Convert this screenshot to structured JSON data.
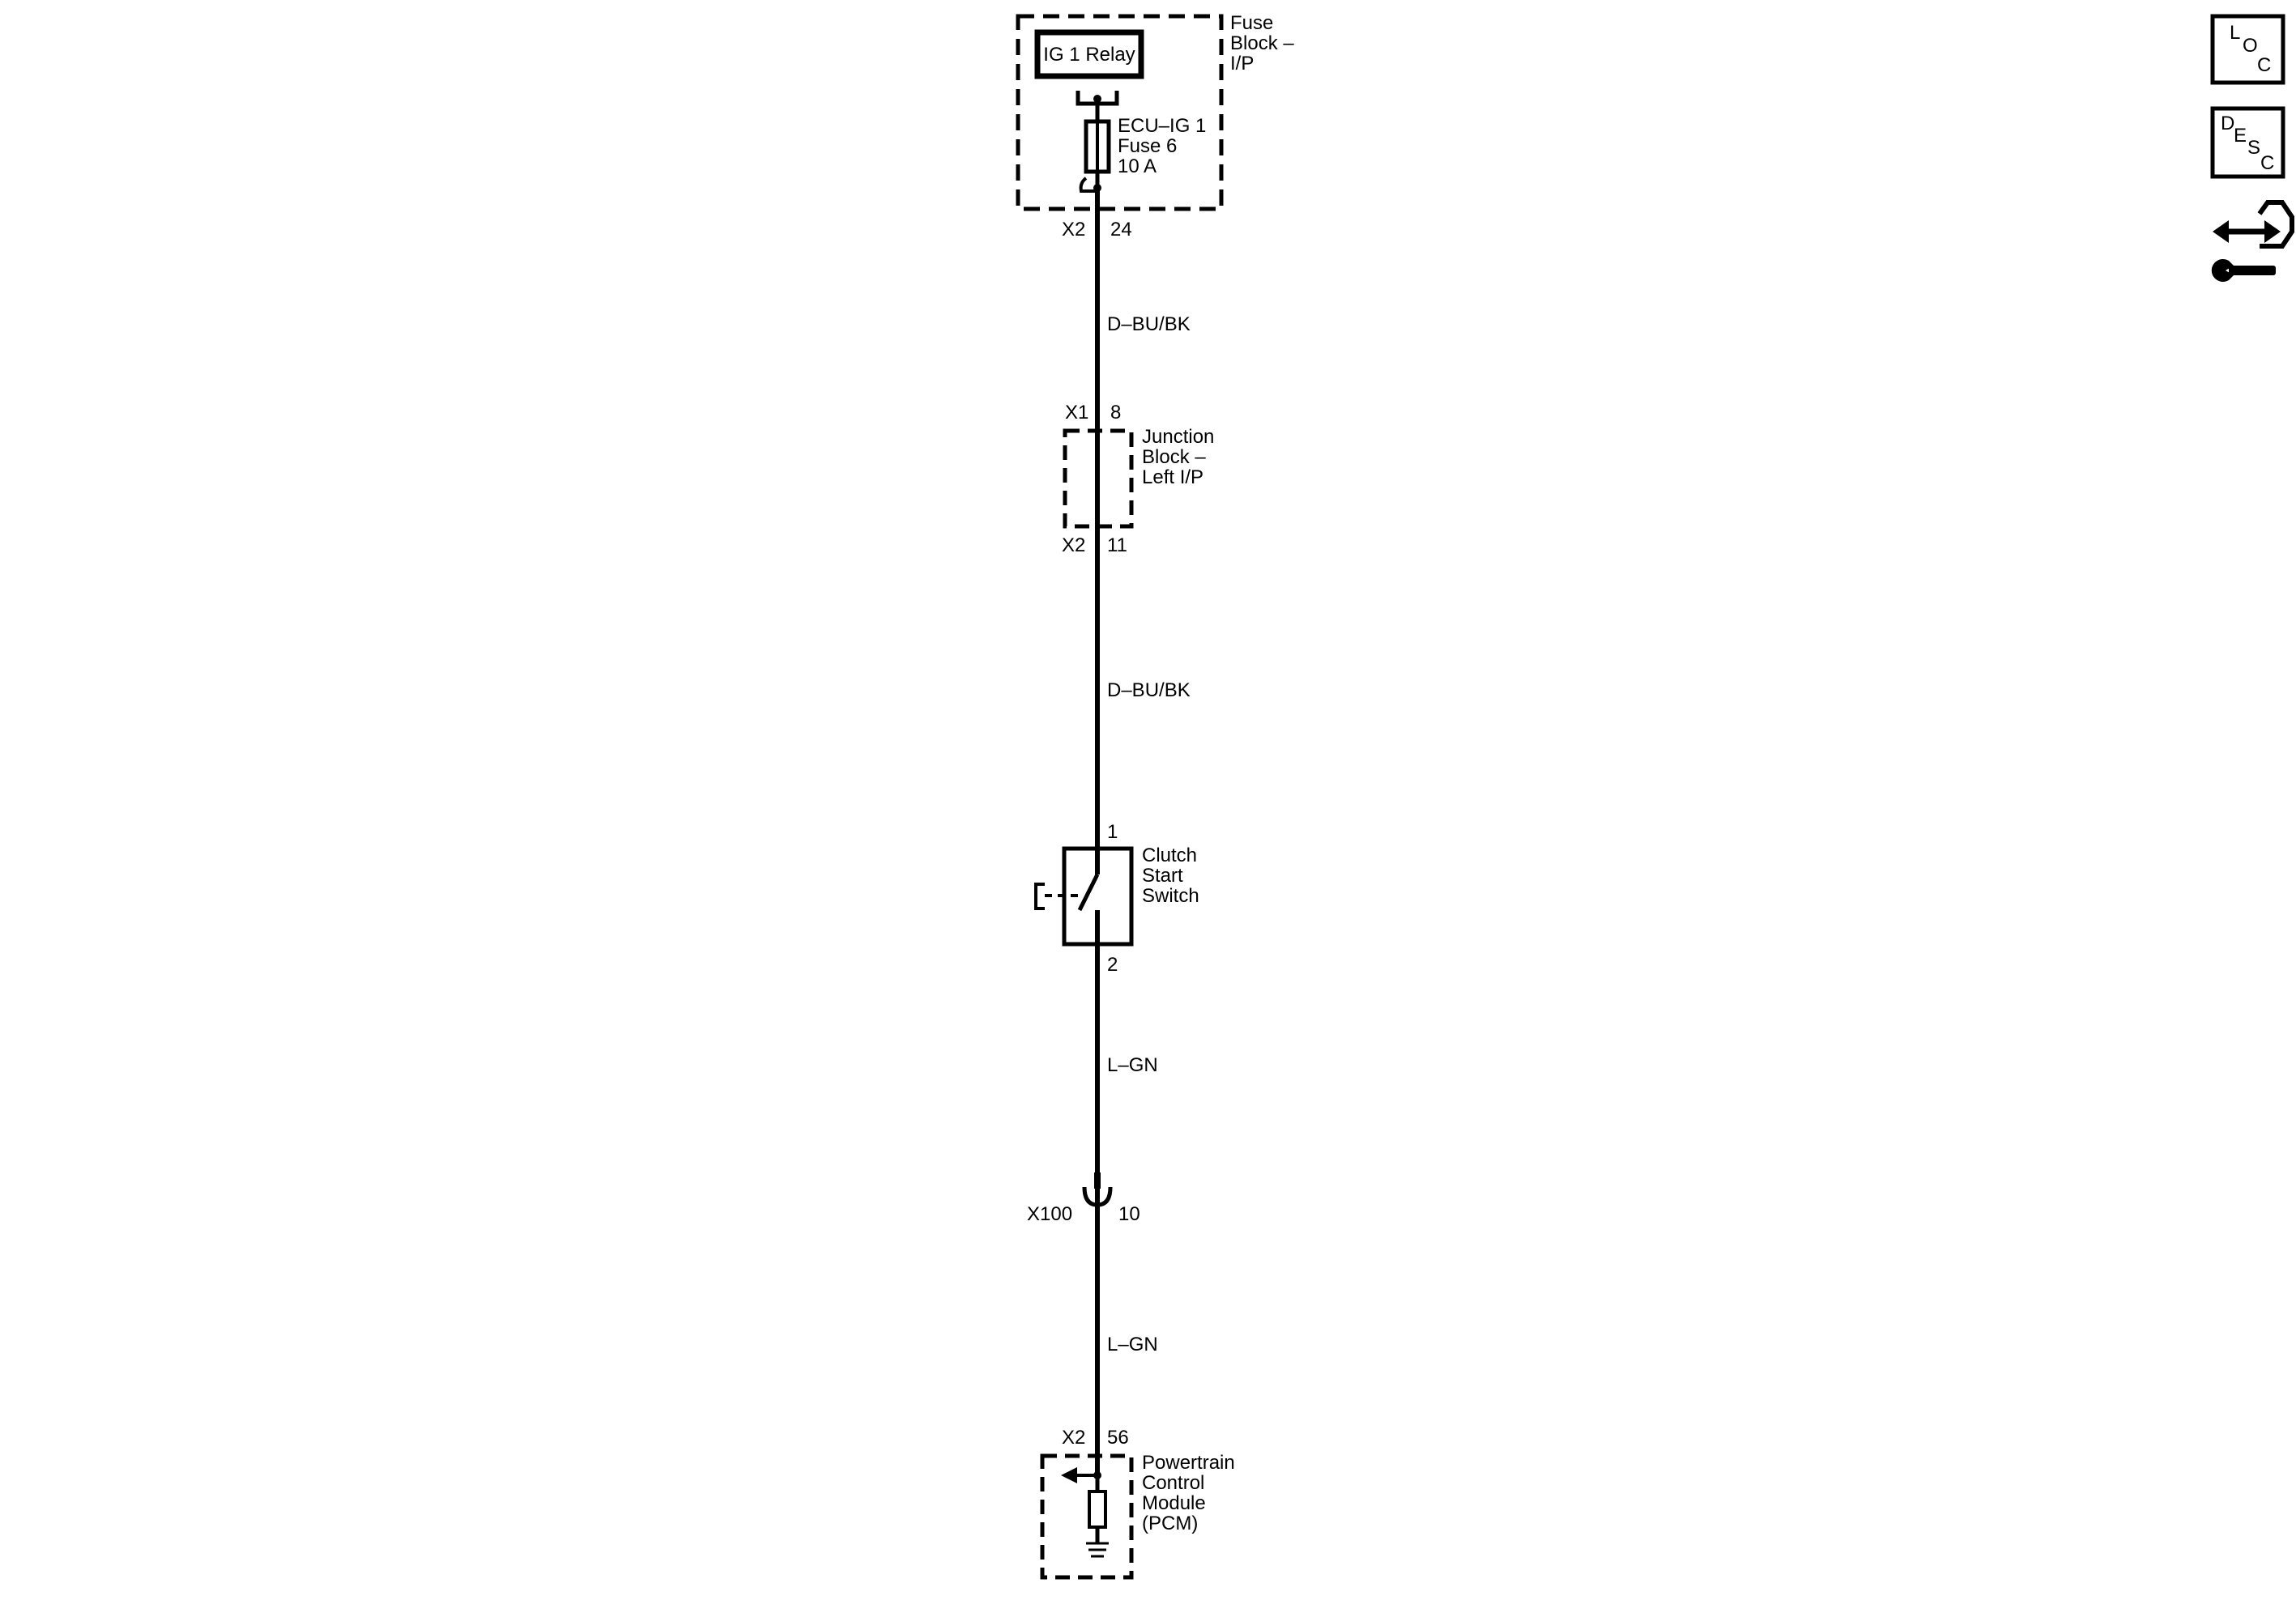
{
  "fuse_block": {
    "name_lines": [
      "Fuse",
      "Block –",
      "I/P"
    ],
    "relay_label": "IG 1 Relay",
    "fuse_lines": [
      "ECU–IG 1",
      "Fuse 6",
      "10 A"
    ],
    "out_connector": "X2",
    "out_pin": "24"
  },
  "wires": [
    {
      "color_code": "D–BU/BK"
    },
    {
      "color_code": "D–BU/BK"
    },
    {
      "color_code": "L–GN"
    },
    {
      "color_code": "L–GN"
    }
  ],
  "junction_block": {
    "name_lines": [
      "Junction",
      "Block –",
      "Left I/P"
    ],
    "in_connector": "X1",
    "in_pin": "8",
    "out_connector": "X2",
    "out_pin": "11"
  },
  "clutch_switch": {
    "name_lines": [
      "Clutch",
      "Start",
      "Switch"
    ],
    "pin_top": "1",
    "pin_bottom": "2"
  },
  "inline_connector": {
    "connector": "X100",
    "pin": "10"
  },
  "pcm": {
    "name_lines": [
      "Powertrain",
      "Control",
      "Module",
      "(PCM)"
    ],
    "connector": "X2",
    "pin": "56"
  },
  "side_icons": {
    "loc": [
      "L",
      "O",
      "C"
    ],
    "desc": [
      "D",
      "E",
      "S",
      "C"
    ],
    "connector_icon": "connector-repair-icon"
  },
  "colors": {
    "line": "#000000",
    "background": "#ffffff"
  }
}
